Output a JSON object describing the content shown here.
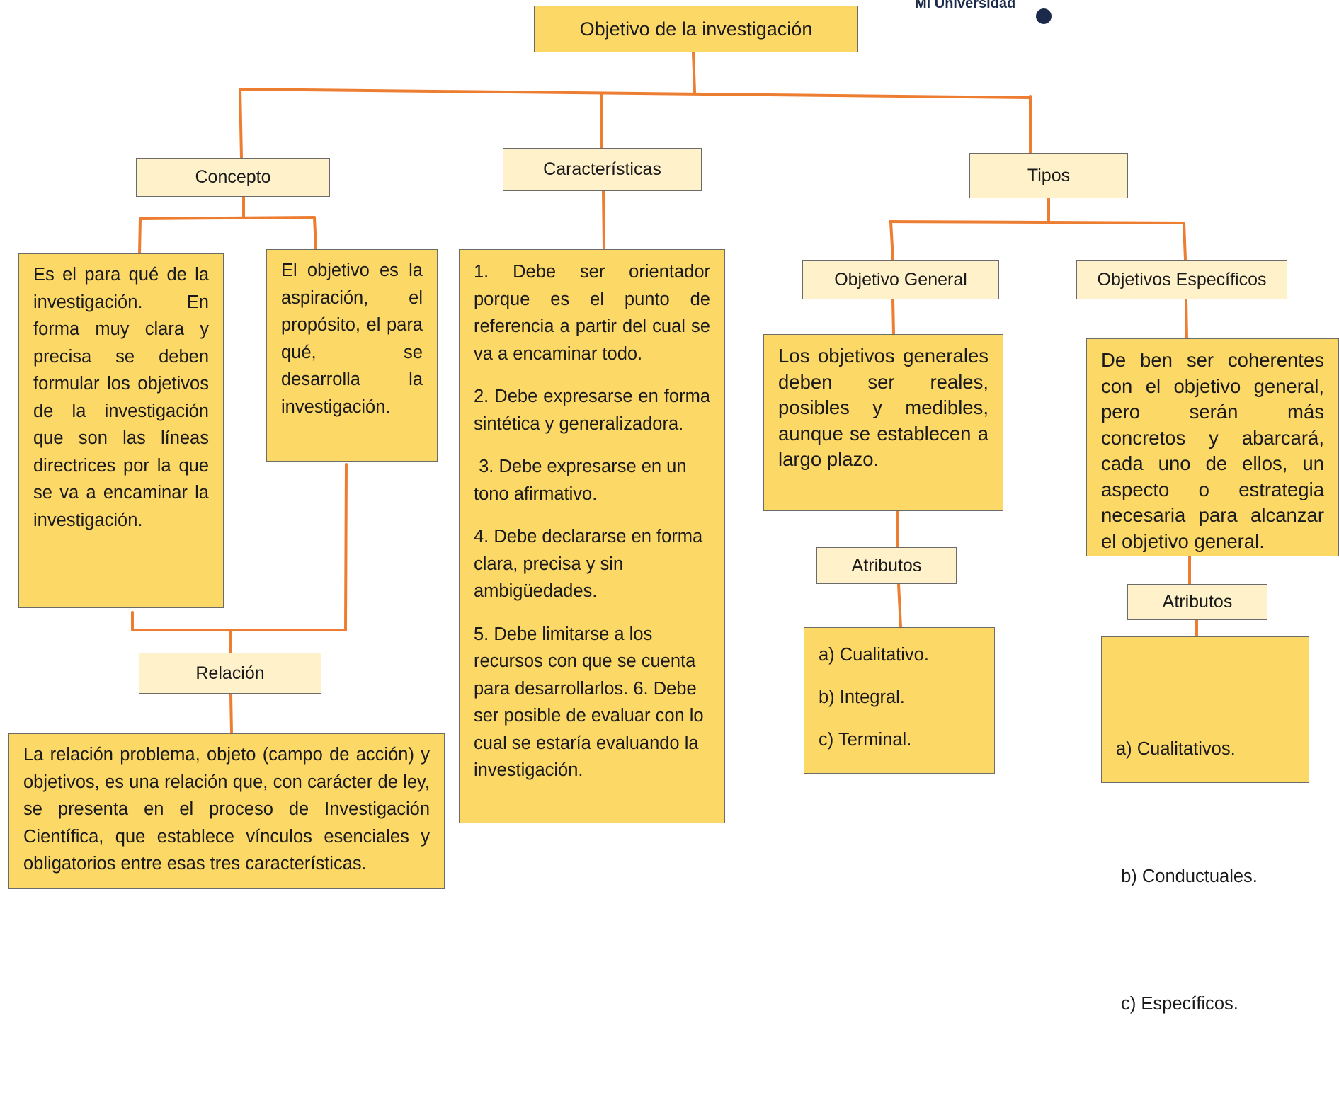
{
  "logo": {
    "text": "Mi Universidad"
  },
  "root": {
    "title": "Objetivo de la investigación"
  },
  "concepto": {
    "title": "Concepto",
    "left_text": "Es el para qué de la investigación. En forma muy clara y precisa se deben formular los objetivos de la investigación que son las líneas directrices por la que se va a encaminar la investigación.",
    "right_text": "El objetivo es la aspiración, el propósito, el para qué, se desarrolla la investigación."
  },
  "relacion": {
    "title": "Relación",
    "text": "La relación problema, objeto (campo de acción) y objetivos, es una relación que, con carácter de ley, se presenta en el proceso de Investigación Científica, que establece vínculos esenciales y obligatorios entre esas tres características."
  },
  "caracteristicas": {
    "title": "Características",
    "items": [
      "1. Debe ser orientador porque es el punto de referencia a partir del cual se va a encaminar todo.",
      "2. Debe expresarse en forma sintética y generalizadora.",
      " 3. Debe expresarse en un tono afirmativo.",
      "4. Debe declararse en forma clara, precisa y sin ambigüedades.",
      "5. Debe limitarse a los recursos con que se cuenta para desarrollarlos. 6. Debe ser posible de evaluar con lo cual se estaría evaluando la investigación."
    ]
  },
  "tipos": {
    "title": "Tipos",
    "general": {
      "title": "Objetivo General",
      "text": "Los objetivos generales deben ser reales, posibles y medibles, aunque se establecen a largo plazo.",
      "atributos_title": "Atributos",
      "atributos": [
        "a) Cualitativo.",
        "b) Integral.",
        "c) Terminal."
      ]
    },
    "especificos": {
      "title": "Objetivos Específicos",
      "text": "De ben ser coherentes con el objetivo general, pero serán más concretos y abarcará, cada uno de ellos, un aspecto o estrategia necesaria para alcanzar el objetivo general.",
      "atributos_title": "Atributos",
      "atributos": [
        "a) Cualitativos.",
        " b) Conductuales.",
        " c) Específicos."
      ]
    }
  }
}
